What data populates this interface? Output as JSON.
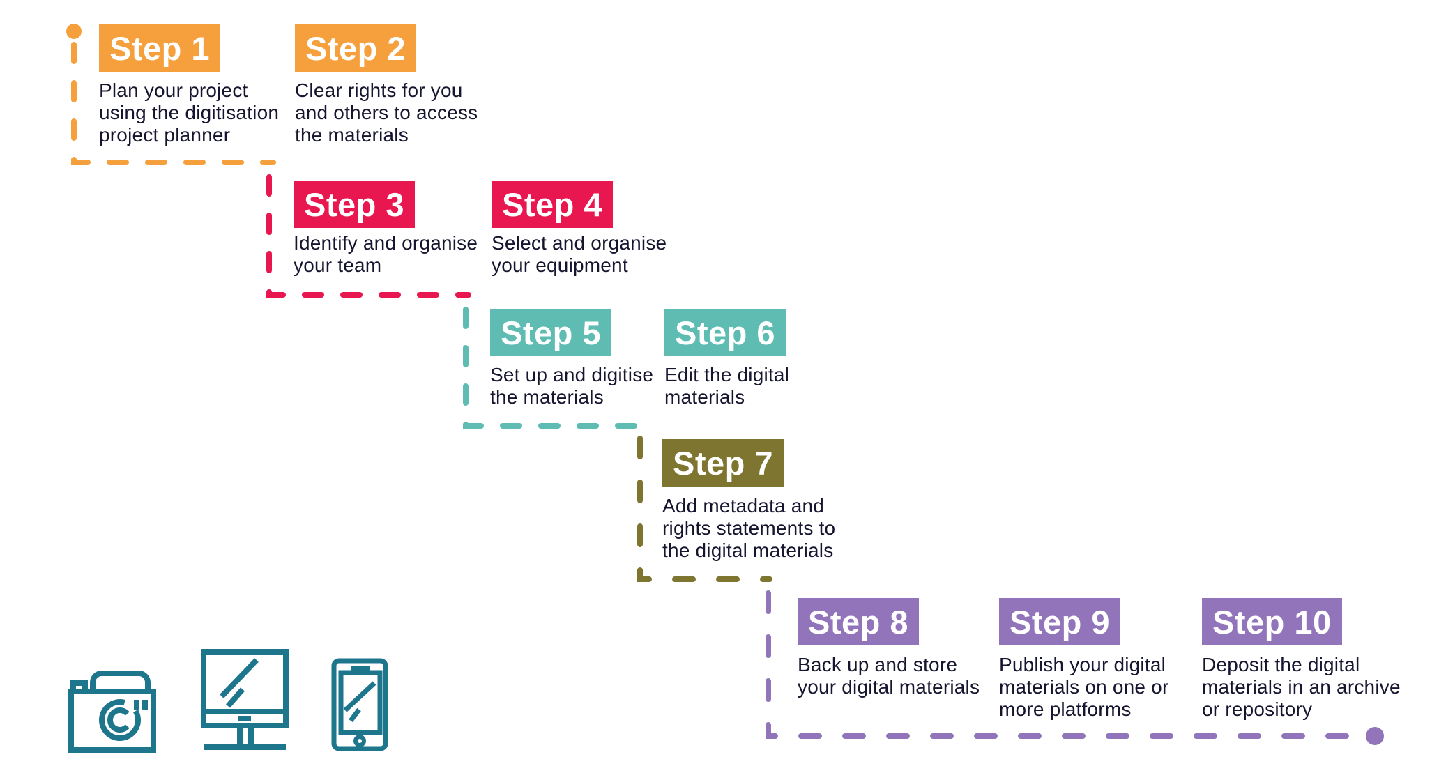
{
  "steps": [
    {
      "label": "Step 1",
      "description": "Plan your project\nusing the digitisation\nproject planner",
      "color": "#F5A03C"
    },
    {
      "label": "Step 2",
      "description": "Clear rights for you\nand others to access\nthe materials",
      "color": "#F5A03C"
    },
    {
      "label": "Step 3",
      "description": "Identify and organise\nyour team",
      "color": "#E8174F"
    },
    {
      "label": "Step 4",
      "description": "Select and organise\nyour equipment",
      "color": "#E8174F"
    },
    {
      "label": "Step 5",
      "description": "Set up and digitise\nthe materials",
      "color": "#5FBCB2"
    },
    {
      "label": "Step 6",
      "description": "Edit the digital\nmaterials",
      "color": "#5FBCB2"
    },
    {
      "label": "Step 7",
      "description": "Add metadata and\nrights statements to\nthe digital materials",
      "color": "#7E7531"
    },
    {
      "label": "Step 8",
      "description": "Back up and store\nyour digital materials",
      "color": "#9274BA"
    },
    {
      "label": "Step 9",
      "description": "Publish your digital\nmaterials on one or\nmore platforms",
      "color": "#9274BA"
    },
    {
      "label": "Step 10",
      "description": "Deposit the digital\nmaterials in an archive\nor repository",
      "color": "#9274BA"
    }
  ],
  "icons": [
    {
      "name": "camera-icon"
    },
    {
      "name": "monitor-icon"
    },
    {
      "name": "tablet-icon"
    }
  ],
  "connectors": [
    {
      "name": "connector-steps-1-2",
      "color": "#F5A03C",
      "style": "dashed"
    },
    {
      "name": "connector-steps-3-4",
      "color": "#E8174F",
      "style": "dashed"
    },
    {
      "name": "connector-steps-5-6",
      "color": "#5FBCB2",
      "style": "dashed"
    },
    {
      "name": "connector-step-7",
      "color": "#7E7531",
      "style": "dashed"
    },
    {
      "name": "connector-steps-8-10",
      "color": "#9274BA",
      "style": "dashed"
    }
  ],
  "palette": {
    "orange": "#F5A03C",
    "crimson": "#E8174F",
    "teal": "#5FBCB2",
    "olive": "#7E7531",
    "purple": "#9274BA",
    "icon_teal": "#1D768C",
    "text": "#16152F",
    "background": "#FFFFFF"
  }
}
